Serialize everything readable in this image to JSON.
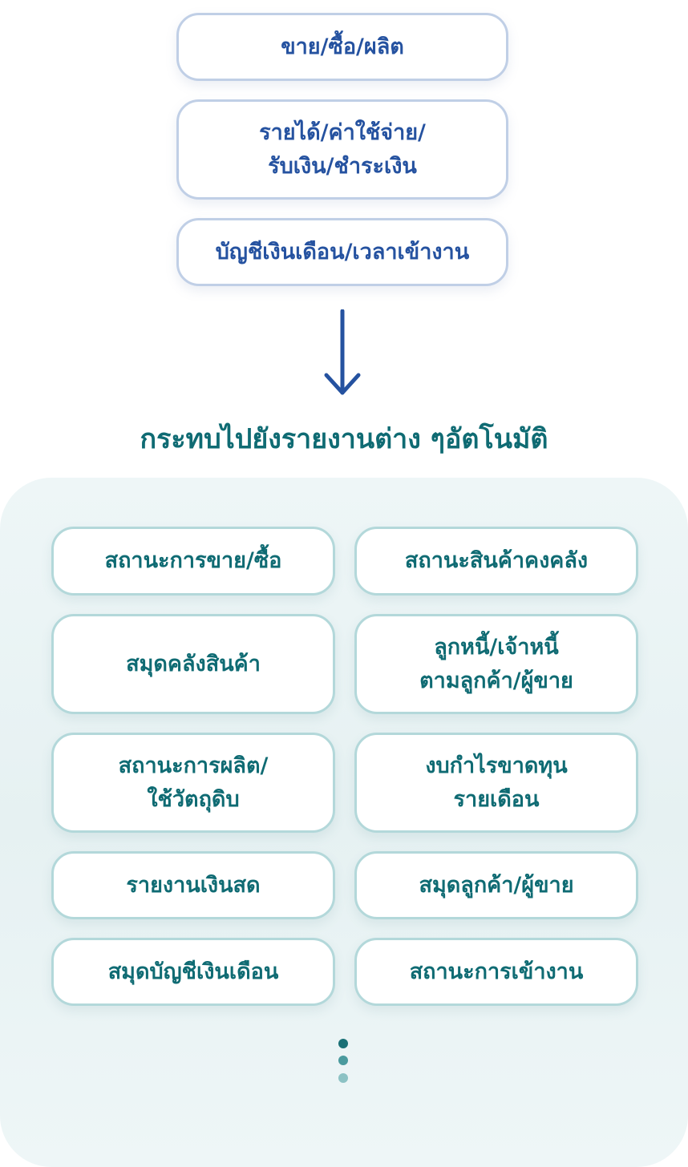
{
  "sources": [
    "ขาย/ซื้อ/ผลิต",
    "รายได้/ค่าใช้จ่าย/\nรับเงิน/ชำระเงิน",
    "บัญชีเงินเดือน/เวลาเข้างาน"
  ],
  "arrow_icon": "arrow-down-icon",
  "title": "กระทบไปยังรายงานต่าง ๆอัตโนมัติ",
  "reports": [
    "สถานะการขาย/ซื้อ",
    "สถานะสินค้าคงคลัง",
    "สมุดคลังสินค้า",
    "ลูกหนี้/เจ้าหนี้\nตามลูกค้า/ผู้ขาย",
    "สถานะการผลิต/\nใช้วัตถุดิบ",
    "งบกำไรขาดทุน\nรายเดือน",
    "รายงานเงินสด",
    "สมุดลูกค้า/ผู้ขาย",
    "สมุดบัญชีเงินเดือน",
    "สถานะการเข้างาน"
  ],
  "colors": {
    "blue": "#2552a0",
    "teal": "#0f6b73",
    "dot1": "#1a7076",
    "dot2": "#4a9a9e",
    "dot3": "#8cc2c4"
  }
}
